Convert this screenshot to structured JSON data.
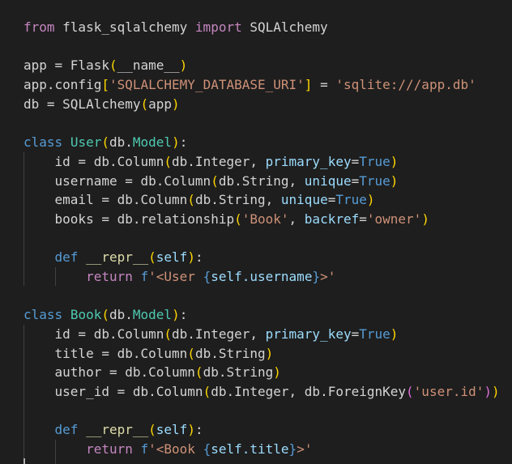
{
  "editor": {
    "language": "python",
    "theme_background": "#1e1e1e",
    "lines": [
      [
        {
          "t": "from",
          "c": "kw2"
        },
        {
          "t": " flask_sqlalchemy ",
          "c": "plain"
        },
        {
          "t": "import",
          "c": "kw2"
        },
        {
          "t": " SQLAlchemy",
          "c": "plain"
        }
      ],
      [],
      [
        {
          "t": "app = Flask",
          "c": "plain"
        },
        {
          "t": "(",
          "c": "bracket1"
        },
        {
          "t": "__name__",
          "c": "plain"
        },
        {
          "t": ")",
          "c": "bracket1"
        }
      ],
      [
        {
          "t": "app.config",
          "c": "plain"
        },
        {
          "t": "[",
          "c": "bracket1"
        },
        {
          "t": "'SQLALCHEMY_DATABASE_URI'",
          "c": "str"
        },
        {
          "t": "]",
          "c": "bracket1"
        },
        {
          "t": " = ",
          "c": "plain"
        },
        {
          "t": "'sqlite:///app.db'",
          "c": "str"
        }
      ],
      [
        {
          "t": "db = SQLAlchemy",
          "c": "plain"
        },
        {
          "t": "(",
          "c": "bracket1"
        },
        {
          "t": "app",
          "c": "plain"
        },
        {
          "t": ")",
          "c": "bracket1"
        }
      ],
      [],
      [
        {
          "t": "class",
          "c": "kw"
        },
        {
          "t": " ",
          "c": "plain"
        },
        {
          "t": "User",
          "c": "cls"
        },
        {
          "t": "(",
          "c": "bracket1"
        },
        {
          "t": "db.",
          "c": "plain"
        },
        {
          "t": "Model",
          "c": "cls"
        },
        {
          "t": ")",
          "c": "bracket1"
        },
        {
          "t": ":",
          "c": "plain"
        }
      ],
      [
        {
          "t": "    id = db.Column",
          "c": "plain"
        },
        {
          "t": "(",
          "c": "bracket1"
        },
        {
          "t": "db.Integer, ",
          "c": "plain"
        },
        {
          "t": "primary_key",
          "c": "var"
        },
        {
          "t": "=",
          "c": "plain"
        },
        {
          "t": "True",
          "c": "kw"
        },
        {
          "t": ")",
          "c": "bracket1"
        }
      ],
      [
        {
          "t": "    username = db.Column",
          "c": "plain"
        },
        {
          "t": "(",
          "c": "bracket1"
        },
        {
          "t": "db.String, ",
          "c": "plain"
        },
        {
          "t": "unique",
          "c": "var"
        },
        {
          "t": "=",
          "c": "plain"
        },
        {
          "t": "True",
          "c": "kw"
        },
        {
          "t": ")",
          "c": "bracket1"
        }
      ],
      [
        {
          "t": "    email = db.Column",
          "c": "plain"
        },
        {
          "t": "(",
          "c": "bracket1"
        },
        {
          "t": "db.String, ",
          "c": "plain"
        },
        {
          "t": "unique",
          "c": "var"
        },
        {
          "t": "=",
          "c": "plain"
        },
        {
          "t": "True",
          "c": "kw"
        },
        {
          "t": ")",
          "c": "bracket1"
        }
      ],
      [
        {
          "t": "    books = db.relationship",
          "c": "plain"
        },
        {
          "t": "(",
          "c": "bracket1"
        },
        {
          "t": "'Book'",
          "c": "str"
        },
        {
          "t": ", ",
          "c": "plain"
        },
        {
          "t": "backref",
          "c": "var"
        },
        {
          "t": "=",
          "c": "plain"
        },
        {
          "t": "'owner'",
          "c": "str"
        },
        {
          "t": ")",
          "c": "bracket1"
        }
      ],
      [],
      [
        {
          "t": "    ",
          "c": "plain"
        },
        {
          "t": "def",
          "c": "kw"
        },
        {
          "t": " ",
          "c": "plain"
        },
        {
          "t": "__repr__",
          "c": "fn"
        },
        {
          "t": "(",
          "c": "bracket1"
        },
        {
          "t": "self",
          "c": "var"
        },
        {
          "t": ")",
          "c": "bracket1"
        },
        {
          "t": ":",
          "c": "plain"
        }
      ],
      [
        {
          "t": "        ",
          "c": "plain"
        },
        {
          "t": "return",
          "c": "kw2"
        },
        {
          "t": " ",
          "c": "plain"
        },
        {
          "t": "f",
          "c": "kw"
        },
        {
          "t": "'<User ",
          "c": "str"
        },
        {
          "t": "{",
          "c": "kw"
        },
        {
          "t": "self.username",
          "c": "var"
        },
        {
          "t": "}",
          "c": "kw"
        },
        {
          "t": ">'",
          "c": "str"
        }
      ],
      [],
      [
        {
          "t": "class",
          "c": "kw"
        },
        {
          "t": " ",
          "c": "plain"
        },
        {
          "t": "Book",
          "c": "cls"
        },
        {
          "t": "(",
          "c": "bracket1"
        },
        {
          "t": "db.",
          "c": "plain"
        },
        {
          "t": "Model",
          "c": "cls"
        },
        {
          "t": ")",
          "c": "bracket1"
        },
        {
          "t": ":",
          "c": "plain"
        }
      ],
      [
        {
          "t": "    id = db.Column",
          "c": "plain"
        },
        {
          "t": "(",
          "c": "bracket1"
        },
        {
          "t": "db.Integer, ",
          "c": "plain"
        },
        {
          "t": "primary_key",
          "c": "var"
        },
        {
          "t": "=",
          "c": "plain"
        },
        {
          "t": "True",
          "c": "kw"
        },
        {
          "t": ")",
          "c": "bracket1"
        }
      ],
      [
        {
          "t": "    title = db.Column",
          "c": "plain"
        },
        {
          "t": "(",
          "c": "bracket1"
        },
        {
          "t": "db.String",
          "c": "plain"
        },
        {
          "t": ")",
          "c": "bracket1"
        }
      ],
      [
        {
          "t": "    author = db.Column",
          "c": "plain"
        },
        {
          "t": "(",
          "c": "bracket1"
        },
        {
          "t": "db.String",
          "c": "plain"
        },
        {
          "t": ")",
          "c": "bracket1"
        }
      ],
      [
        {
          "t": "    user_id = db.Column",
          "c": "plain"
        },
        {
          "t": "(",
          "c": "bracket1"
        },
        {
          "t": "db.Integer, db.ForeignKey",
          "c": "plain"
        },
        {
          "t": "(",
          "c": "bracket2"
        },
        {
          "t": "'user.id'",
          "c": "str"
        },
        {
          "t": ")",
          "c": "bracket2"
        },
        {
          "t": ")",
          "c": "bracket1"
        }
      ],
      [],
      [
        {
          "t": "    ",
          "c": "plain"
        },
        {
          "t": "def",
          "c": "kw"
        },
        {
          "t": " ",
          "c": "plain"
        },
        {
          "t": "__repr__",
          "c": "fn"
        },
        {
          "t": "(",
          "c": "bracket1"
        },
        {
          "t": "self",
          "c": "var"
        },
        {
          "t": ")",
          "c": "bracket1"
        },
        {
          "t": ":",
          "c": "plain"
        }
      ],
      [
        {
          "t": "        ",
          "c": "plain"
        },
        {
          "t": "return",
          "c": "kw2"
        },
        {
          "t": " ",
          "c": "plain"
        },
        {
          "t": "f",
          "c": "kw"
        },
        {
          "t": "'<Book ",
          "c": "str"
        },
        {
          "t": "{",
          "c": "kw"
        },
        {
          "t": "self.title",
          "c": "var"
        },
        {
          "t": "}",
          "c": "kw"
        },
        {
          "t": ">'",
          "c": "str"
        }
      ]
    ]
  }
}
